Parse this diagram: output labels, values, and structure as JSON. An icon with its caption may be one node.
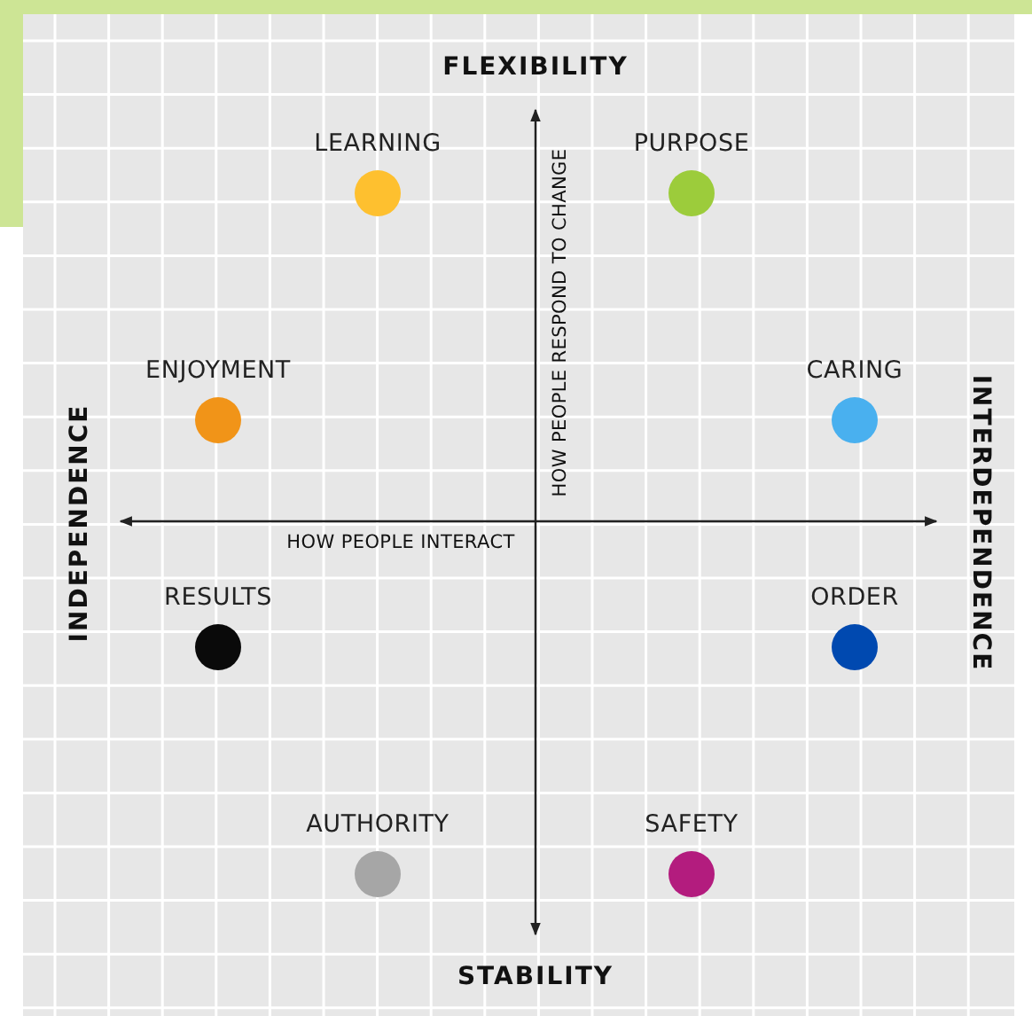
{
  "diagram": {
    "nodes": [
      {
        "text": [
          "LEARNING"
        ]
      },
      {
        "text": [
          "PURPOSE"
        ]
      },
      {
        "text": [
          "ENJOYMENT"
        ]
      },
      {
        "text": [
          "CARING"
        ]
      },
      {
        "text": [
          "RESULTS"
        ]
      },
      {
        "text": [
          "ORDER"
        ]
      },
      {
        "text": [
          "AUTHORITY"
        ]
      },
      {
        "text": [
          "SAFETY"
        ]
      }
    ],
    "labels": [
      "FLEXIBILITY",
      "HOW PEOPLE RESPOND TO CHANGE",
      "INDEPENDENCE",
      "INTERDEPENDENCE",
      "HOW PEOPLE INTERACT",
      "STABILITY"
    ]
  }
}
